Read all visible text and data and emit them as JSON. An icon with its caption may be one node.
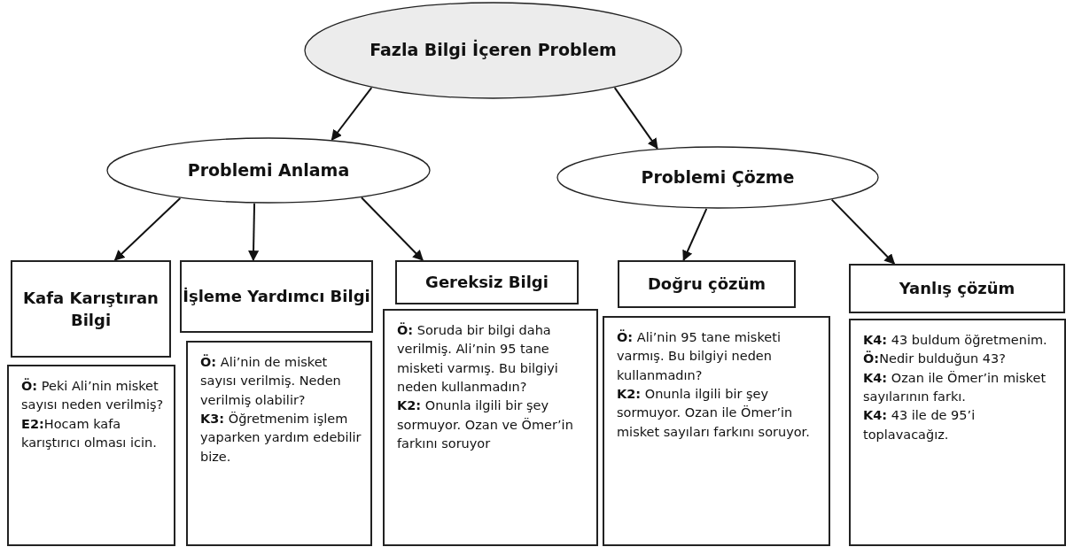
{
  "diagram": {
    "nodes": [
      {
        "text": [
          "Fazla Bilgi İçeren Problem"
        ]
      },
      {
        "text": [
          "Problemi Anlama"
        ]
      },
      {
        "text": [
          "Problemi Çözme"
        ]
      },
      {
        "text": [
          "Kafa Karıştıran Bilgi"
        ]
      },
      {
        "text": [
          "İşleme Yardımcı Bilgi"
        ]
      },
      {
        "text": [
          "Gereksiz Bilgi"
        ]
      },
      {
        "text": [
          "Doğru çözüm"
        ]
      },
      {
        "text": [
          "Yanlış çözüm"
        ]
      },
      {
        "text": [
          "**Ö:** Peki Ali’nin misket sayısı neden verilmiş?",
          "**E2:**Hocam kafa karıştırıcı olması icin."
        ]
      },
      {
        "text": [
          "**Ö:** Ali’nin de misket sayısı verilmiş. Neden verilmiş olabilir?",
          "**K3:** Öğretmenim işlem yaparken yardım edebilir bize."
        ]
      },
      {
        "text": [
          "**Ö:** Soruda bir bilgi daha verilmiş. Ali’nin 95 tane misketi varmış. Bu bilgiyi neden kullanmadın?",
          "**K2:** Onunla ilgili bir şey sormuyor. Ozan ve Ömer’in farkını soruyor"
        ]
      },
      {
        "text": [
          "**Ö:** Ali’nin 95 tane misketi varmış. Bu bilgiyi neden kullanmadın?",
          "**K2:** Onunla ilgili bir şey sormuyor. Ozan ile Ömer’in misket sayıları farkını soruyor."
        ]
      },
      {
        "text": [
          "**K4:** 43 buldum öğretmenim.",
          "**Ö:**Nedir bulduğun 43?",
          "**K4:** Ozan ile Ömer’in misket sayılarının farkı.",
          "**K4:** 43 ile de 95’i toplavacağız."
        ]
      }
    ],
    "edges": [
      {
        "from": 0,
        "to": 1,
        "arrow": "to"
      },
      {
        "from": 0,
        "to": 2,
        "arrow": "to"
      },
      {
        "from": 1,
        "to": 3,
        "arrow": "to"
      },
      {
        "from": 1,
        "to": 4,
        "arrow": "to"
      },
      {
        "from": 1,
        "to": 5,
        "arrow": "to"
      },
      {
        "from": 2,
        "to": 6,
        "arrow": "to"
      },
      {
        "from": 2,
        "to": 7,
        "arrow": "to"
      }
    ]
  }
}
